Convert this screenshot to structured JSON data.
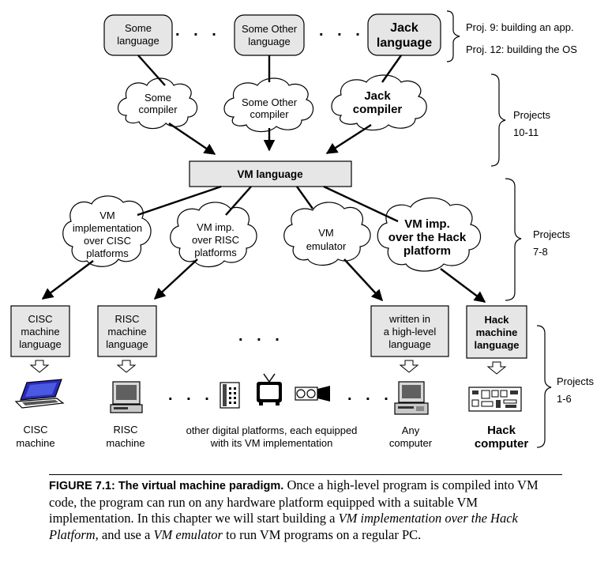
{
  "top_languages": {
    "some": [
      "Some",
      "language"
    ],
    "some_other": [
      "Some Other",
      "language"
    ],
    "jack": [
      "Jack",
      "language"
    ]
  },
  "compilers": {
    "some": [
      "Some",
      "compiler"
    ],
    "some_other": [
      "Some Other",
      "compiler"
    ],
    "jack": [
      "Jack",
      "compiler"
    ]
  },
  "vm_language": "VM language",
  "vm_implementations": {
    "cisc": [
      "VM",
      "implementation",
      "over CISC",
      "platforms"
    ],
    "risc": [
      "VM imp.",
      "over RISC",
      "platforms"
    ],
    "emulator": [
      "VM",
      "emulator"
    ],
    "hack": [
      "VM imp.",
      "over the Hack",
      "platform"
    ]
  },
  "machine_languages": {
    "cisc": [
      "CISC",
      "machine",
      "language"
    ],
    "risc": [
      "RISC",
      "machine",
      "language"
    ],
    "high_level": [
      "written in",
      "a high-level",
      "language"
    ],
    "hack": [
      "Hack",
      "machine",
      "language"
    ]
  },
  "machines": {
    "cisc": [
      "CISC",
      "machine"
    ],
    "risc": [
      "RISC",
      "machine"
    ],
    "other": [
      "other digital platforms, each equipped",
      "with its VM implementation"
    ],
    "any": [
      "Any",
      "computer"
    ],
    "hack": [
      "Hack",
      "computer"
    ]
  },
  "ellipsis": ". . .",
  "projects": {
    "p9": "Proj. 9:   building an app.",
    "p12": "Proj. 12: building the OS",
    "p10_11": [
      "Projects",
      "10-11"
    ],
    "p7_8": [
      "Projects",
      "7-8"
    ],
    "p1_6": [
      "Projects",
      "1-6"
    ]
  },
  "caption": {
    "title": "FIGURE 7.1: The virtual machine paradigm.",
    "text1": " Once a high-level program is compiled into VM code, the program can run on any hardware platform equipped with a suitable VM implementation. In this chapter we will start building a ",
    "em1": "VM implementation over the Hack Platform",
    "text2": ", and use a ",
    "em2": "VM emulator",
    "text3": " to run VM programs on a regular PC."
  }
}
